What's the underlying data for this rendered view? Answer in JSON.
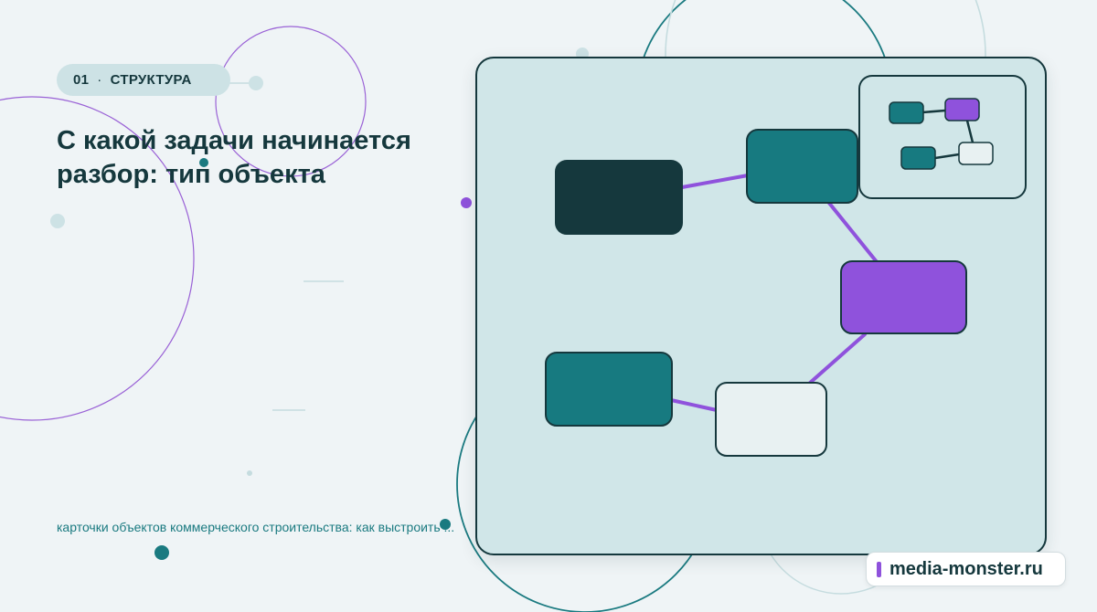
{
  "header": {
    "tag_number": "01",
    "tag_separator": "·",
    "tag_label": "СТРУКТУРА",
    "title": "С какой задачи начинается разбор: тип объекта"
  },
  "footer": {
    "subtitle": "карточки объектов коммерческого строительства: как выстроить ..."
  },
  "brand": {
    "name": "media-monster.ru"
  },
  "colors": {
    "background": "#eff4f6",
    "panel": "#d0e6e8",
    "dark": "#15383d",
    "teal": "#177a80",
    "purple": "#8f52dc",
    "light": "#e8f1f2"
  },
  "diagram": {
    "nodes": [
      {
        "id": "n1",
        "color": "dark"
      },
      {
        "id": "n2",
        "color": "teal"
      },
      {
        "id": "n3",
        "color": "purple"
      },
      {
        "id": "n4",
        "color": "light"
      },
      {
        "id": "n5",
        "color": "teal"
      }
    ],
    "edges": [
      [
        "n1",
        "n2"
      ],
      [
        "n2",
        "n3"
      ],
      [
        "n3",
        "n4"
      ],
      [
        "n4",
        "n5"
      ]
    ],
    "minimap_nodes": [
      {
        "id": "m1",
        "color": "teal"
      },
      {
        "id": "m2",
        "color": "purple"
      },
      {
        "id": "m3",
        "color": "teal"
      },
      {
        "id": "m4",
        "color": "light"
      }
    ]
  }
}
